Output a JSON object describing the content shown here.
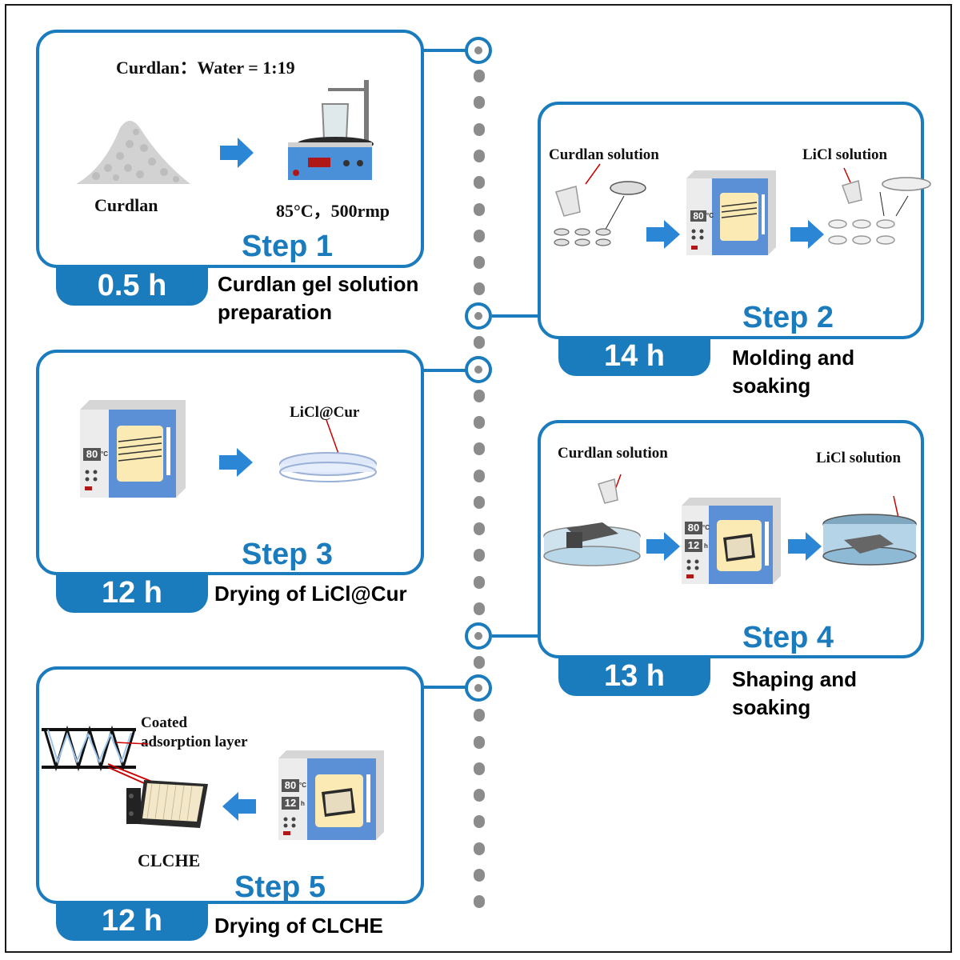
{
  "colors": {
    "accent": "#1a7bbd",
    "arrow": "#2b86d6",
    "dots": "#8c8c8c"
  },
  "steps": [
    {
      "label": "Step 1",
      "time": "0.5 h",
      "desc": [
        "Curdlan gel solution",
        "preparation"
      ],
      "texts": {
        "ratio": "Curdlan：Water = 1:19",
        "powder": "Curdlan",
        "condition": "85°C，500rmp"
      }
    },
    {
      "label": "Step 2",
      "time": "14 h",
      "desc": [
        "Molding and",
        "soaking"
      ],
      "texts": {
        "curdlan": "Curdlan solution",
        "licl": "LiCl solution",
        "oven_temp": "80"
      }
    },
    {
      "label": "Step 3",
      "time": "12 h",
      "desc": [
        "Drying of LiCl@Cur"
      ],
      "texts": {
        "dish": "LiCl@Cur",
        "oven_temp": "80"
      }
    },
    {
      "label": "Step 4",
      "time": "13 h",
      "desc": [
        "Shaping and",
        "soaking"
      ],
      "texts": {
        "curdlan": "Curdlan solution",
        "licl": "LiCl solution",
        "oven_temp": "80",
        "oven_time": "12"
      }
    },
    {
      "label": "Step 5",
      "time": "12 h",
      "desc": [
        "Drying of CLCHE"
      ],
      "texts": {
        "coated": "Coated",
        "layer": "adsorption layer",
        "product": "CLCHE",
        "oven_temp": "80",
        "oven_time": "12"
      }
    }
  ],
  "oven_units": {
    "temp": "°C",
    "time": "h"
  }
}
